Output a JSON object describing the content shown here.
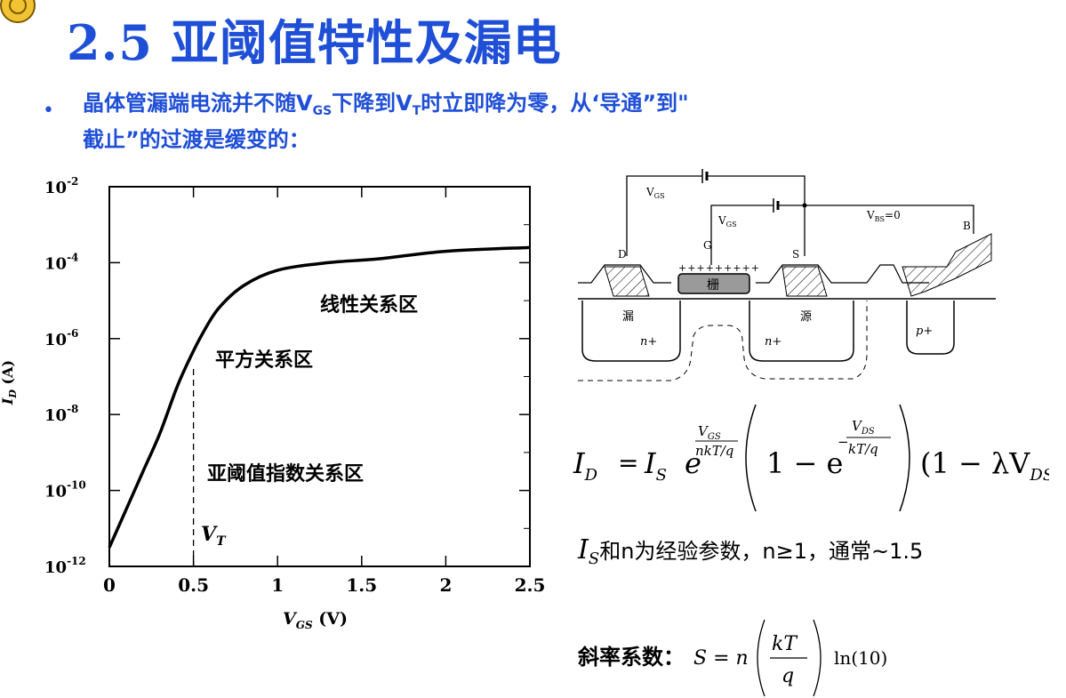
{
  "slide": {
    "title": "2.5 亚阈值特性及漏电",
    "bullet_part1": "晶体管漏端电流并不随",
    "vgs_main": "V",
    "vgs_sub": "GS",
    "bullet_part2": "下降到",
    "vt_main": "V",
    "vt_sub": "T",
    "bullet_part3": "时立即降为零，从‘导通”到\"",
    "bullet_line2": "截止”的过渡是缓变的："
  },
  "chart_data": {
    "type": "line",
    "y_scale": "log",
    "xlabel": "V_GS (V)",
    "ylabel": "I_D (A)",
    "xlim": [
      0,
      2.5
    ],
    "ylim_exp": [
      -12,
      -2
    ],
    "x_ticks": [
      "0",
      "0.5",
      "1",
      "1.5",
      "2",
      "2.5"
    ],
    "y_ticks": [
      {
        "base": "10",
        "exp": "-2"
      },
      {
        "base": "10",
        "exp": "-4"
      },
      {
        "base": "10",
        "exp": "-6"
      },
      {
        "base": "10",
        "exp": "-8"
      },
      {
        "base": "10",
        "exp": "-10"
      },
      {
        "base": "10",
        "exp": "-12"
      }
    ],
    "series": [
      {
        "x": [
          0,
          0.1,
          0.2,
          0.3,
          0.4,
          0.47,
          0.55,
          0.65,
          0.8,
          1.0,
          1.3,
          1.6,
          2.0,
          2.5
        ],
        "log10_id": [
          -11.5,
          -10.5,
          -9.5,
          -8.5,
          -7.3,
          -6.6,
          -5.9,
          -5.2,
          -4.6,
          -4.2,
          -4.0,
          -3.9,
          -3.7,
          -3.6
        ]
      }
    ],
    "vt_x": 0.5,
    "region_labels": [
      "线性关系区",
      "平方关系区",
      "亚阈值指数关系区"
    ],
    "vt_label_main": "V",
    "vt_label_sub": "T"
  },
  "diagram": {
    "vgs_top": "V",
    "vgs_top_sub": "GS",
    "vgs_inner": "V",
    "vgs_inner_sub": "GS",
    "vbs": "V",
    "vbs_sub": "BS",
    "vbs_value": "=0",
    "term_d": "D",
    "term_g": "G",
    "term_s": "S",
    "term_b": "B",
    "gate": "栅",
    "drain": "漏",
    "source": "源",
    "n_plus_1": "n+",
    "n_plus_2": "n+",
    "p_plus": "p+",
    "gate_charges": "+++++++++"
  },
  "equation": {
    "id": "I",
    "id_sub": "D",
    "is": "I",
    "is_sub": "S",
    "e": "e",
    "exp_num": "V",
    "exp_num_sub": "GS",
    "exp_den": "nkT/q",
    "one_minus": "1 − e",
    "exp2_num": "V",
    "exp2_num_sub": "DS",
    "exp2_den": "kT/q",
    "exp2_sign": "−",
    "last": "(1 − λV",
    "last_sub": "DS",
    "last_close": ")"
  },
  "note": {
    "sym": "I",
    "sym_sub": "S",
    "text": "和n为经验参数，n≥1，通常~1.5"
  },
  "slope": {
    "label": "斜率系数：",
    "formula_pre": "S = n",
    "kT": "kT",
    "q": "q",
    "ln": "ln(10)"
  }
}
